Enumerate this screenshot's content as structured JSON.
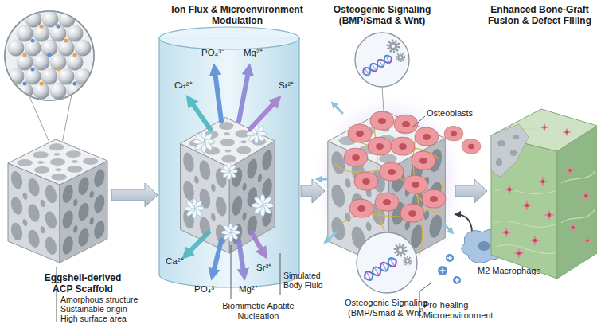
{
  "diagram": {
    "nodes": [
      {
        "text": [
          "Eggshell-derived ACP Scaffold"
        ]
      },
      {
        "text": [
          "Ion Flux & Microenvironment Modulation"
        ]
      },
      {
        "text": [
          "Osteogenic Signaling (BMP/Smad & Wnt)"
        ]
      },
      {
        "text": [
          "Enhanced Bone-Graft Fusion & Defect Filling"
        ]
      },
      {
        "text": [
          "M2 Macrophage"
        ]
      }
    ],
    "edges": [
      {
        "from": 0,
        "to": 1,
        "arrow": "to"
      },
      {
        "from": 1,
        "to": 2,
        "arrow": "to"
      },
      {
        "from": 2,
        "to": 3,
        "arrow": "to"
      },
      {
        "from": 4,
        "to": 2,
        "arrow": "to"
      }
    ],
    "labels": [
      "Amorphous structure",
      "Sustainable origin",
      "High surface area",
      "Ca²⁺",
      "PO₄³⁻",
      "Mg²⁺",
      "Sr²⁺",
      "Ca²⁺",
      "PO₄³⁻",
      "Mg²⁺",
      "Sr²⁺",
      "Simulated Body Fluid",
      "Biomimetic Apatite Nucleation",
      "Osteoblasts",
      "Osteogenic Signaling (BMP/Smad & Wnt)",
      "Pro-healing Microenvironment"
    ]
  }
}
